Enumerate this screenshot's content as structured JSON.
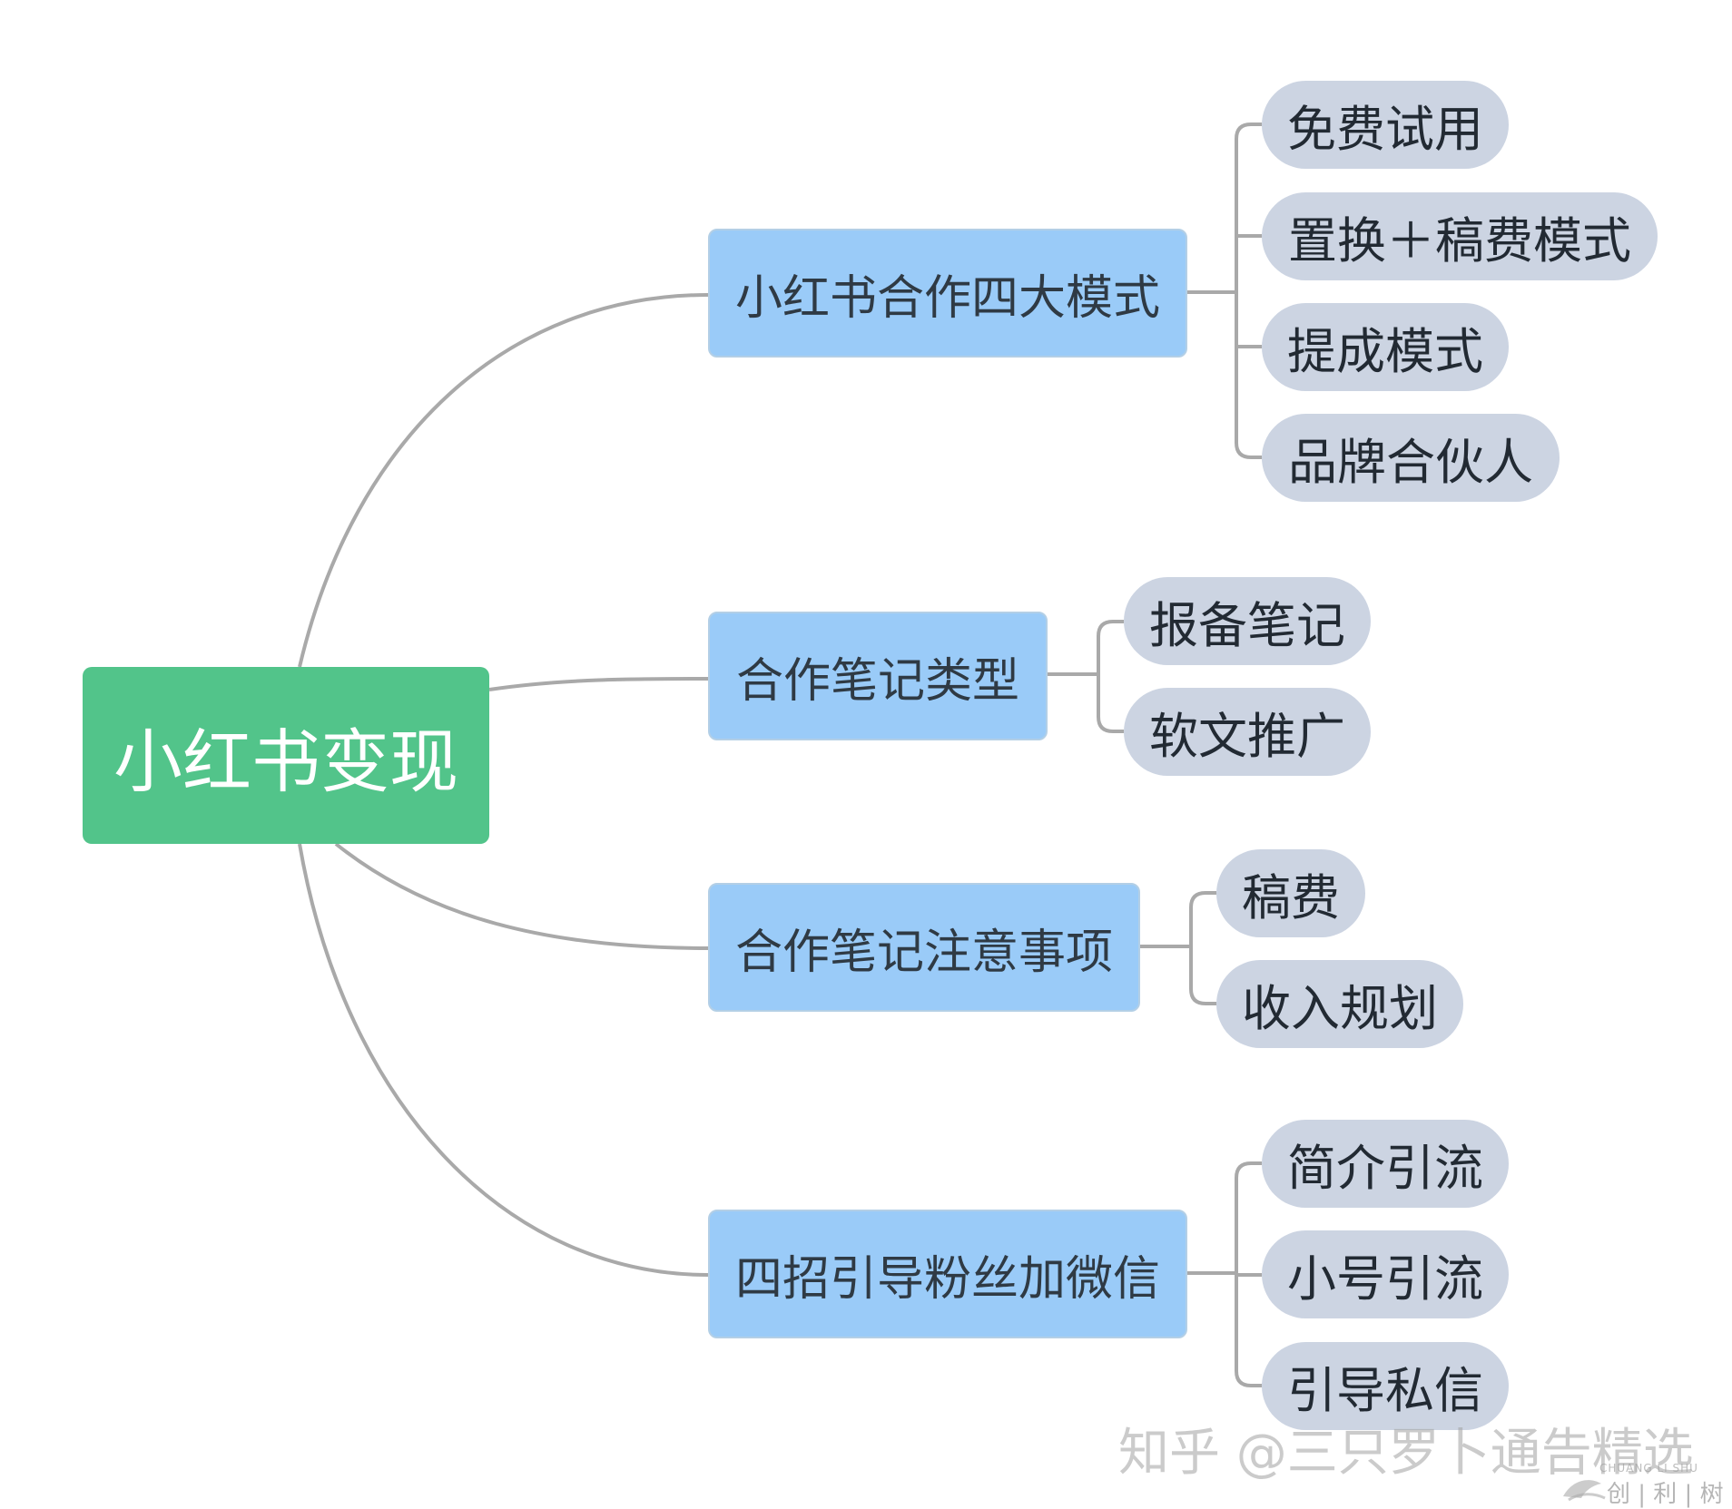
{
  "root": {
    "label": "小红书变现"
  },
  "branches": [
    {
      "label": "小红书合作四大模式",
      "children": [
        "免费试用",
        "置换＋稿费模式",
        "提成模式",
        "品牌合伙人"
      ]
    },
    {
      "label": "合作笔记类型",
      "children": [
        "报备笔记",
        "软文推广"
      ]
    },
    {
      "label": "合作笔记注意事项",
      "children": [
        "稿费",
        "收入规划"
      ]
    },
    {
      "label": "四招引导粉丝加微信",
      "children": [
        "简介引流",
        "小号引流",
        "引导私信"
      ]
    }
  ],
  "watermark": {
    "text": "知乎 @三只罗卜通告精选",
    "logo_latin": "CHUANG LI SHU",
    "logo_cn": "创 | 利 | 树"
  },
  "colors": {
    "root": "#52c48a",
    "branch": "#9acbf8",
    "leaf": "#ccd4e2",
    "line": "#a9a9a9"
  }
}
